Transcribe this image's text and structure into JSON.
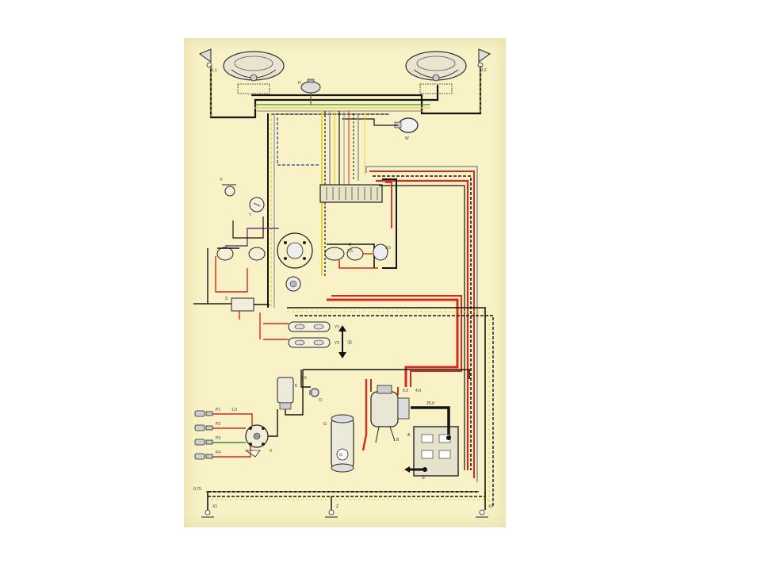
{
  "colors": {
    "paper": "#f8f2c6",
    "red": "#d32a1c",
    "black": "#141414",
    "yellow": "#e8d23a",
    "blue": "#2a3f9c",
    "grey": "#8a8f96",
    "brown": "#8b4a1f",
    "violet": "#6a3a8c",
    "green": "#3a8a3a"
  },
  "labels": {
    "headlight_left": "L1",
    "headlight_right": "L2",
    "horn": "H",
    "wiper_motor": "W",
    "fuel_gauge": "F",
    "speedo": "T",
    "dimmer": "D",
    "signal_switch": "S",
    "tail_left": "Y1",
    "tail_right": "Y2",
    "coil": "K",
    "distributor": "V",
    "generator": "G",
    "starter": "B",
    "battery": "A",
    "plug_1": "P1",
    "plug_2": "P2",
    "plug_3": "P3",
    "plug_4": "P4",
    "oil_switch": "O",
    "stop_left": "X1",
    "stop_right": "X2",
    "license": "Z",
    "arrow_note": "①",
    "battery_ground": "①",
    "wire_1": "1,5",
    "wire_2": "1,0",
    "wire_3": "2,5",
    "wire_4": "4,0",
    "wire_5": "6,0",
    "wire_6": "25,0",
    "wire_7": "0,75",
    "wire_8": "0,5"
  }
}
